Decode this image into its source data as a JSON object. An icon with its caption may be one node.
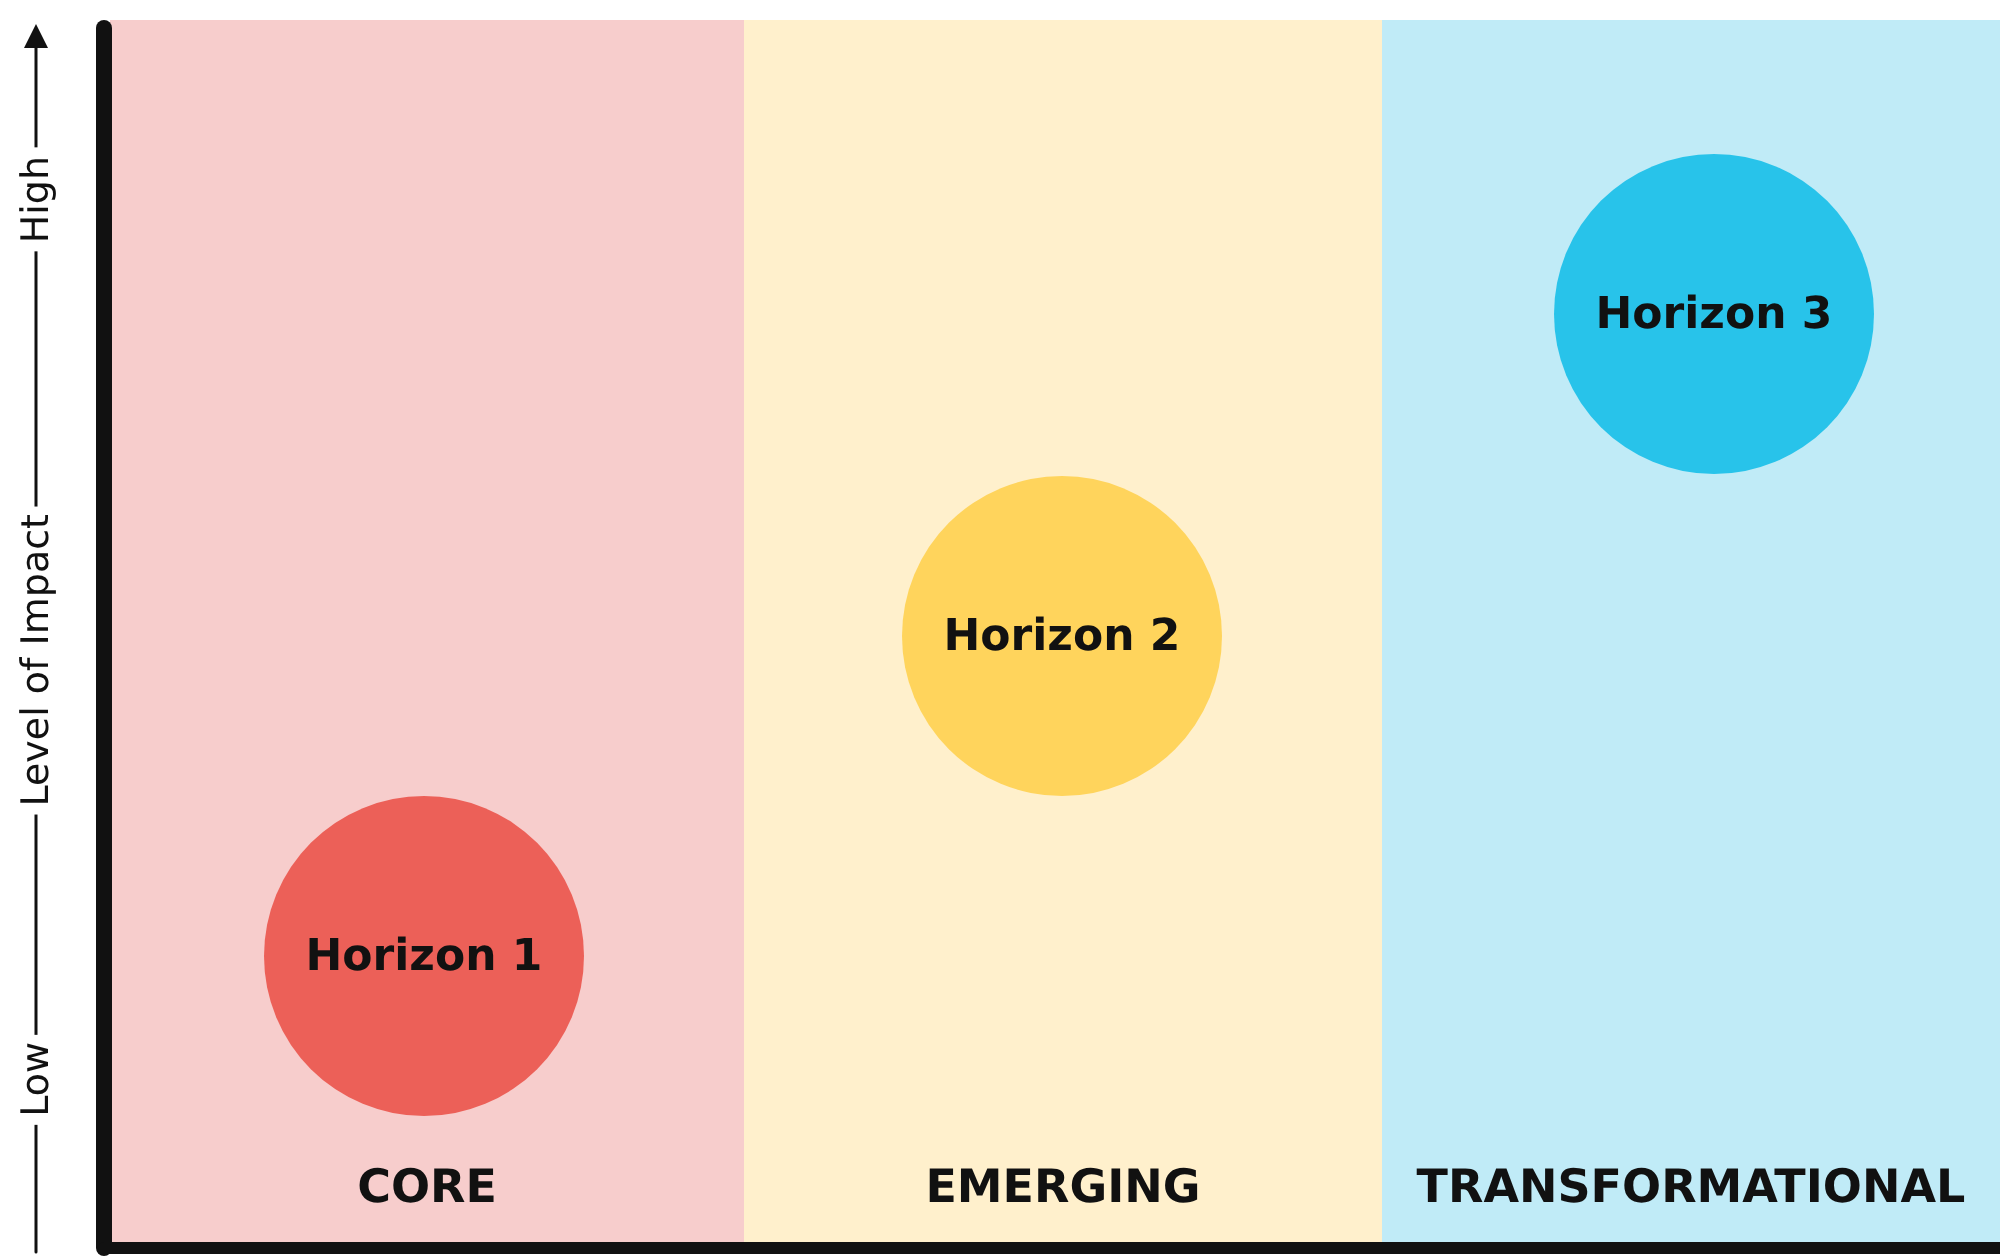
{
  "diagram": {
    "nodes": [
      {
        "text": [
          "CORE"
        ]
      },
      {
        "text": [
          "Horizon 1"
        ],
        "in": 0
      },
      {
        "text": [
          "EMERGING"
        ]
      },
      {
        "text": [
          "Horizon 2"
        ],
        "in": 2
      },
      {
        "text": [
          "TRANSFORMATIONAL"
        ]
      },
      {
        "text": [
          "Horizon 3"
        ],
        "in": 4
      }
    ],
    "labels": [
      "Low",
      "Level of Impact",
      "High"
    ]
  }
}
